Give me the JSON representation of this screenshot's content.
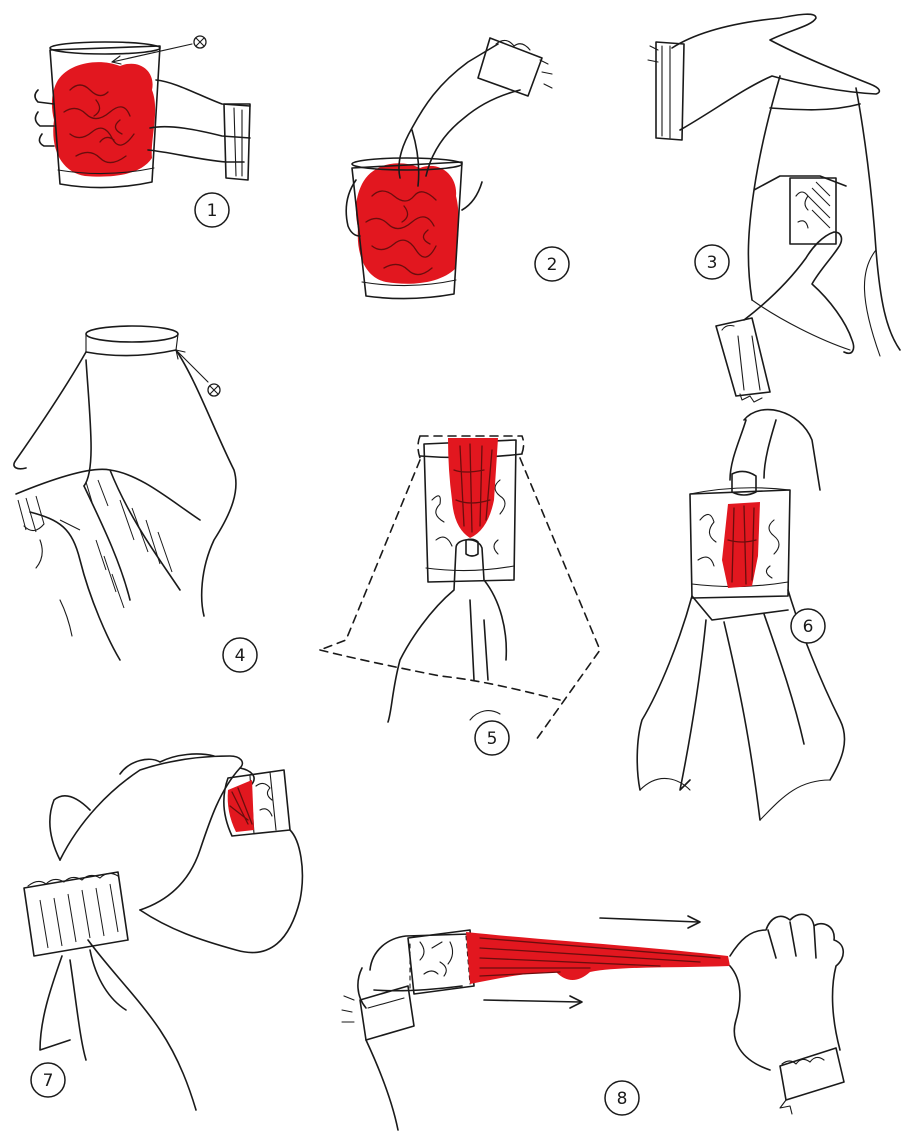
{
  "figure": {
    "steps": [
      {
        "label": "1"
      },
      {
        "label": "2"
      },
      {
        "label": "3"
      },
      {
        "label": "4"
      },
      {
        "label": "5"
      },
      {
        "label": "6"
      },
      {
        "label": "7"
      },
      {
        "label": "8"
      }
    ],
    "colors": {
      "silk": "#e2171f",
      "ink": "#1a1a1a",
      "background": "#ffffff"
    },
    "markers": {
      "secret_point_icon": "circled-times-icon"
    }
  }
}
